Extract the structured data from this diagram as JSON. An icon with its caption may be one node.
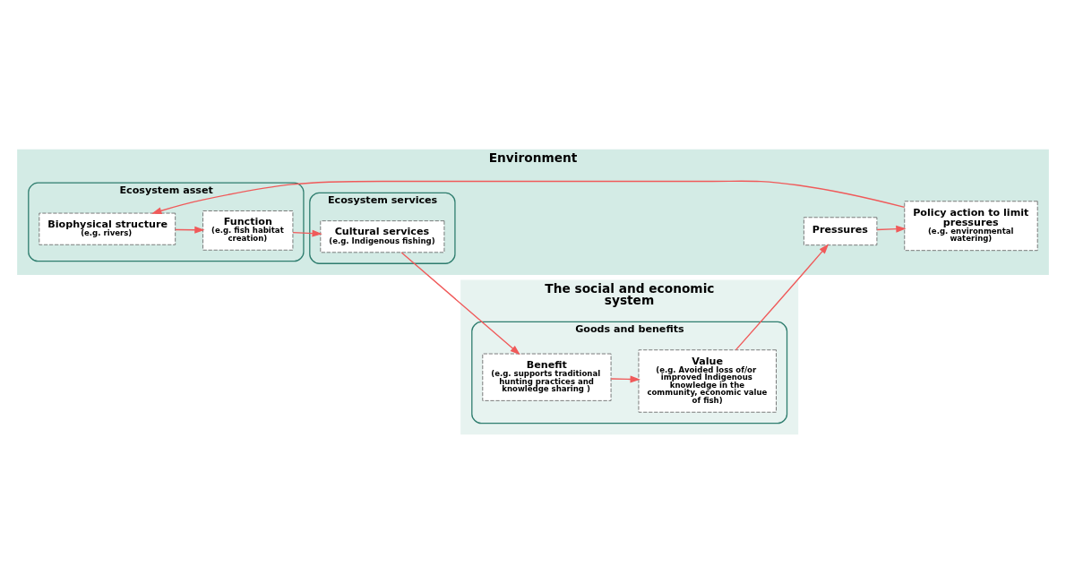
{
  "diagram": {
    "nodes": [
      {
        "text": [
          "Environment"
        ]
      },
      {
        "text": [
          "The social and economic system"
        ]
      },
      {
        "text": [
          "Ecosystem asset"
        ],
        "in": 0
      },
      {
        "text": [
          "Ecosystem services"
        ],
        "in": 0
      },
      {
        "text": [
          "Goods and benefits"
        ],
        "in": 1
      },
      {
        "text": [
          "Biophysical structure",
          "(e.g. rivers)"
        ],
        "in": 2
      },
      {
        "text": [
          "Function",
          "(e.g. fish habitat creation)"
        ],
        "in": 2
      },
      {
        "text": [
          "Cultural services",
          "(e.g. Indigenous fishing)"
        ],
        "in": 3
      },
      {
        "text": [
          "Benefit",
          "(e.g. supports traditional hunting practices and knowledge sharing )"
        ],
        "in": 4
      },
      {
        "text": [
          "Value",
          "(e.g. Avoided loss of/or improved Indigenous knowledge in the community, economic value of fish)"
        ],
        "in": 4
      },
      {
        "text": [
          "Policy action to limit pressures",
          "(e.g. environmental watering)"
        ],
        "in": 0
      },
      {
        "text": [
          "Pressures"
        ],
        "in": 0
      }
    ],
    "edges": [
      {
        "from": 5,
        "to": 6,
        "arrow": "to"
      },
      {
        "from": 6,
        "to": 7,
        "arrow": "to"
      },
      {
        "from": 7,
        "to": 8,
        "arrow": "to"
      },
      {
        "from": 8,
        "to": 9,
        "arrow": "to"
      },
      {
        "from": 9,
        "to": 11,
        "arrow": "to"
      },
      {
        "from": 11,
        "to": 10,
        "arrow": "to"
      },
      {
        "from": 10,
        "to": 5,
        "arrow": "to"
      }
    ]
  }
}
